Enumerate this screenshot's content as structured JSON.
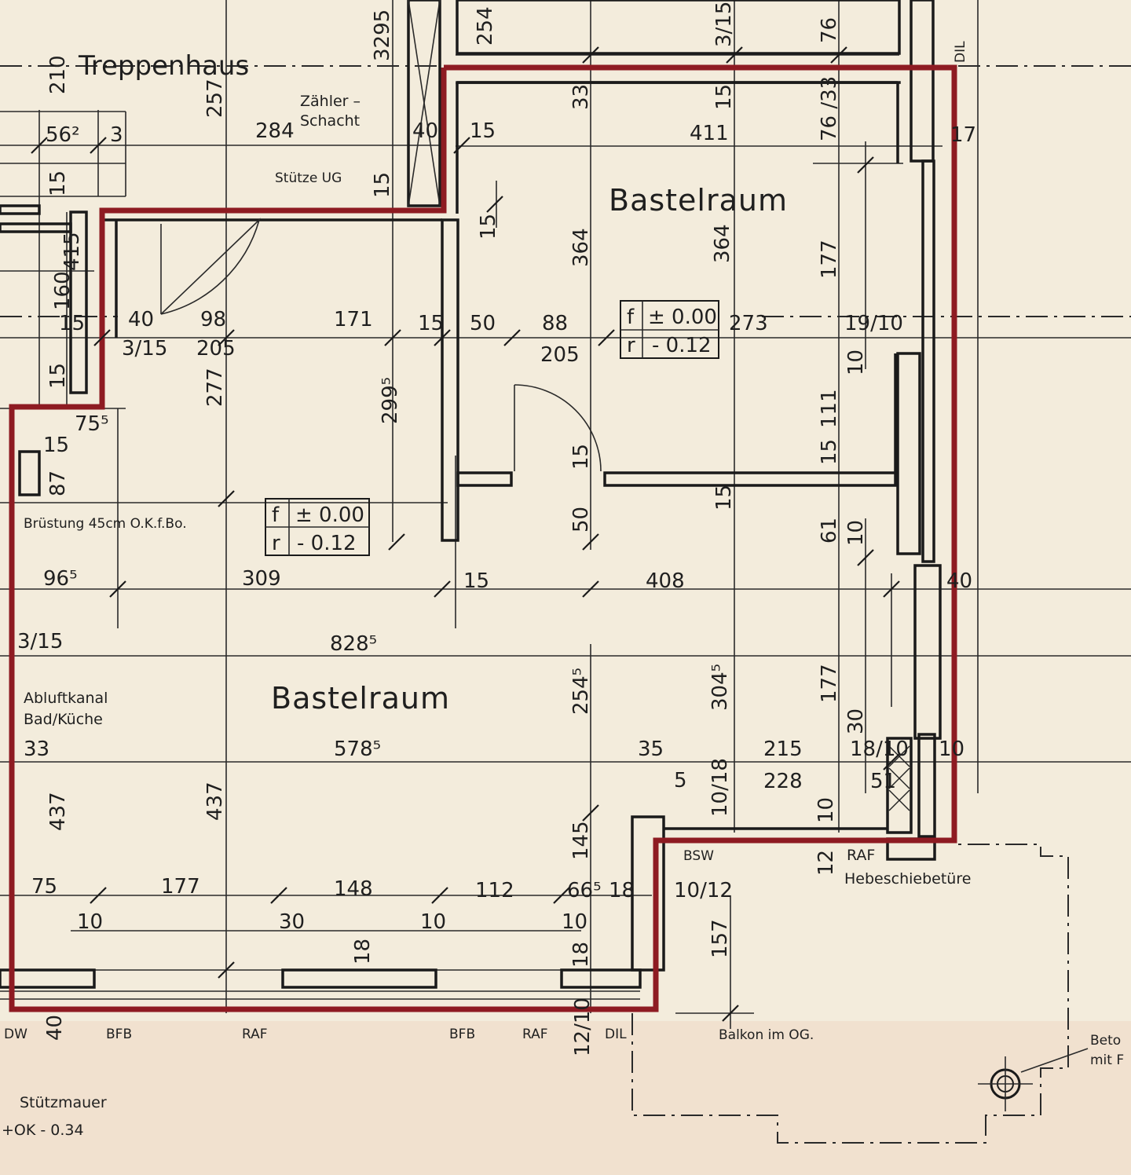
{
  "rooms": {
    "treppenhaus": "Treppenhaus",
    "bastelraum_upper": "Bastelraum",
    "bastelraum_lower": "Bastelraum"
  },
  "notes": {
    "zaehler": "Zähler –",
    "schacht": "Schacht",
    "stuetze": "Stütze UG",
    "bruestung": "Brüstung 45cm O.K.f.Bo.",
    "abluft1": "Abluftkanal",
    "abluft2": "Bad/Küche",
    "bsw": "BSW",
    "raf_door": "RAF",
    "hebe": "Hebeschiebetüre",
    "balkon": "Balkon im OG.",
    "stuetzmauer": "Stützmauer",
    "ok": "+OK - 0.34",
    "beto": "Beto",
    "mit": "mit F",
    "dw": "DW",
    "bfb1": "BFB",
    "raf1": "RAF",
    "bfb2": "BFB",
    "raf2": "RAF",
    "dil_bottom": "DIL",
    "dil_top": "DIL"
  },
  "levels": {
    "upper": {
      "f": "± 0.00",
      "r": "- 0.12",
      "f_label": "f",
      "r_label": "r"
    },
    "lower": {
      "f": "± 0.00",
      "r": "- 0.12",
      "f_label": "f",
      "r_label": "r"
    }
  },
  "dims": {
    "d284": "284",
    "d257": "257",
    "d3295": "3295",
    "d40a": "40",
    "d15a": "15",
    "d411": "411",
    "d33": "33",
    "d15b": "15",
    "d76_33": "76 /33",
    "d76": "76",
    "d254": "254",
    "d3_15a": "3/15",
    "d562": "56²",
    "d3": "3",
    "d15c": "15",
    "d15d": "15",
    "d210": "210",
    "d15e": "15",
    "d364a": "364",
    "d364b": "364",
    "d177a": "177",
    "d273": "273",
    "d19_10": "19/10",
    "d205a": "205",
    "d10a": "10",
    "d111": "111",
    "d15f": "15",
    "d40b": "40",
    "d98": "98",
    "d171": "171",
    "d15g": "15",
    "d50a": "50",
    "d88": "88",
    "d3_15b": "3/15",
    "d205b": "205",
    "d277": "277",
    "d2995": "299⁵",
    "d415": "415",
    "d160": "160",
    "d15h": "15",
    "d15i": "15",
    "d755": "75⁵",
    "d15j": "15",
    "d87": "87",
    "d15k": "15",
    "d15l": "15",
    "d50b": "50",
    "d61": "61",
    "d10b": "10",
    "d965": "96⁵",
    "d309": "309",
    "d15m": "15",
    "d408": "408",
    "d40c": "40",
    "d3_15c": "3/15",
    "d8285": "828⁵",
    "d2545": "254⁵",
    "d3045": "304⁵",
    "d177b": "177",
    "d33b": "33",
    "d5785": "578⁵",
    "d35": "35",
    "d5": "5",
    "d10_18": "10/18",
    "d215": "215",
    "d228": "228",
    "d18_10": "18/10",
    "d51": "51",
    "d10c": "10",
    "d30a": "30",
    "d437a": "437",
    "d437b": "437",
    "d145": "145",
    "d12": "12",
    "d75": "75",
    "d177c": "177",
    "d148": "148",
    "d112": "112",
    "d665": "66⁵",
    "d18a": "18",
    "d10_12": "10/12",
    "d10d": "10",
    "d30b": "30",
    "d10e": "10",
    "d10f": "10",
    "d18b": "18",
    "d18c": "18",
    "d157": "157",
    "d40d": "40",
    "d12_10": "12/10",
    "d17": "17",
    "d10g": "10"
  }
}
